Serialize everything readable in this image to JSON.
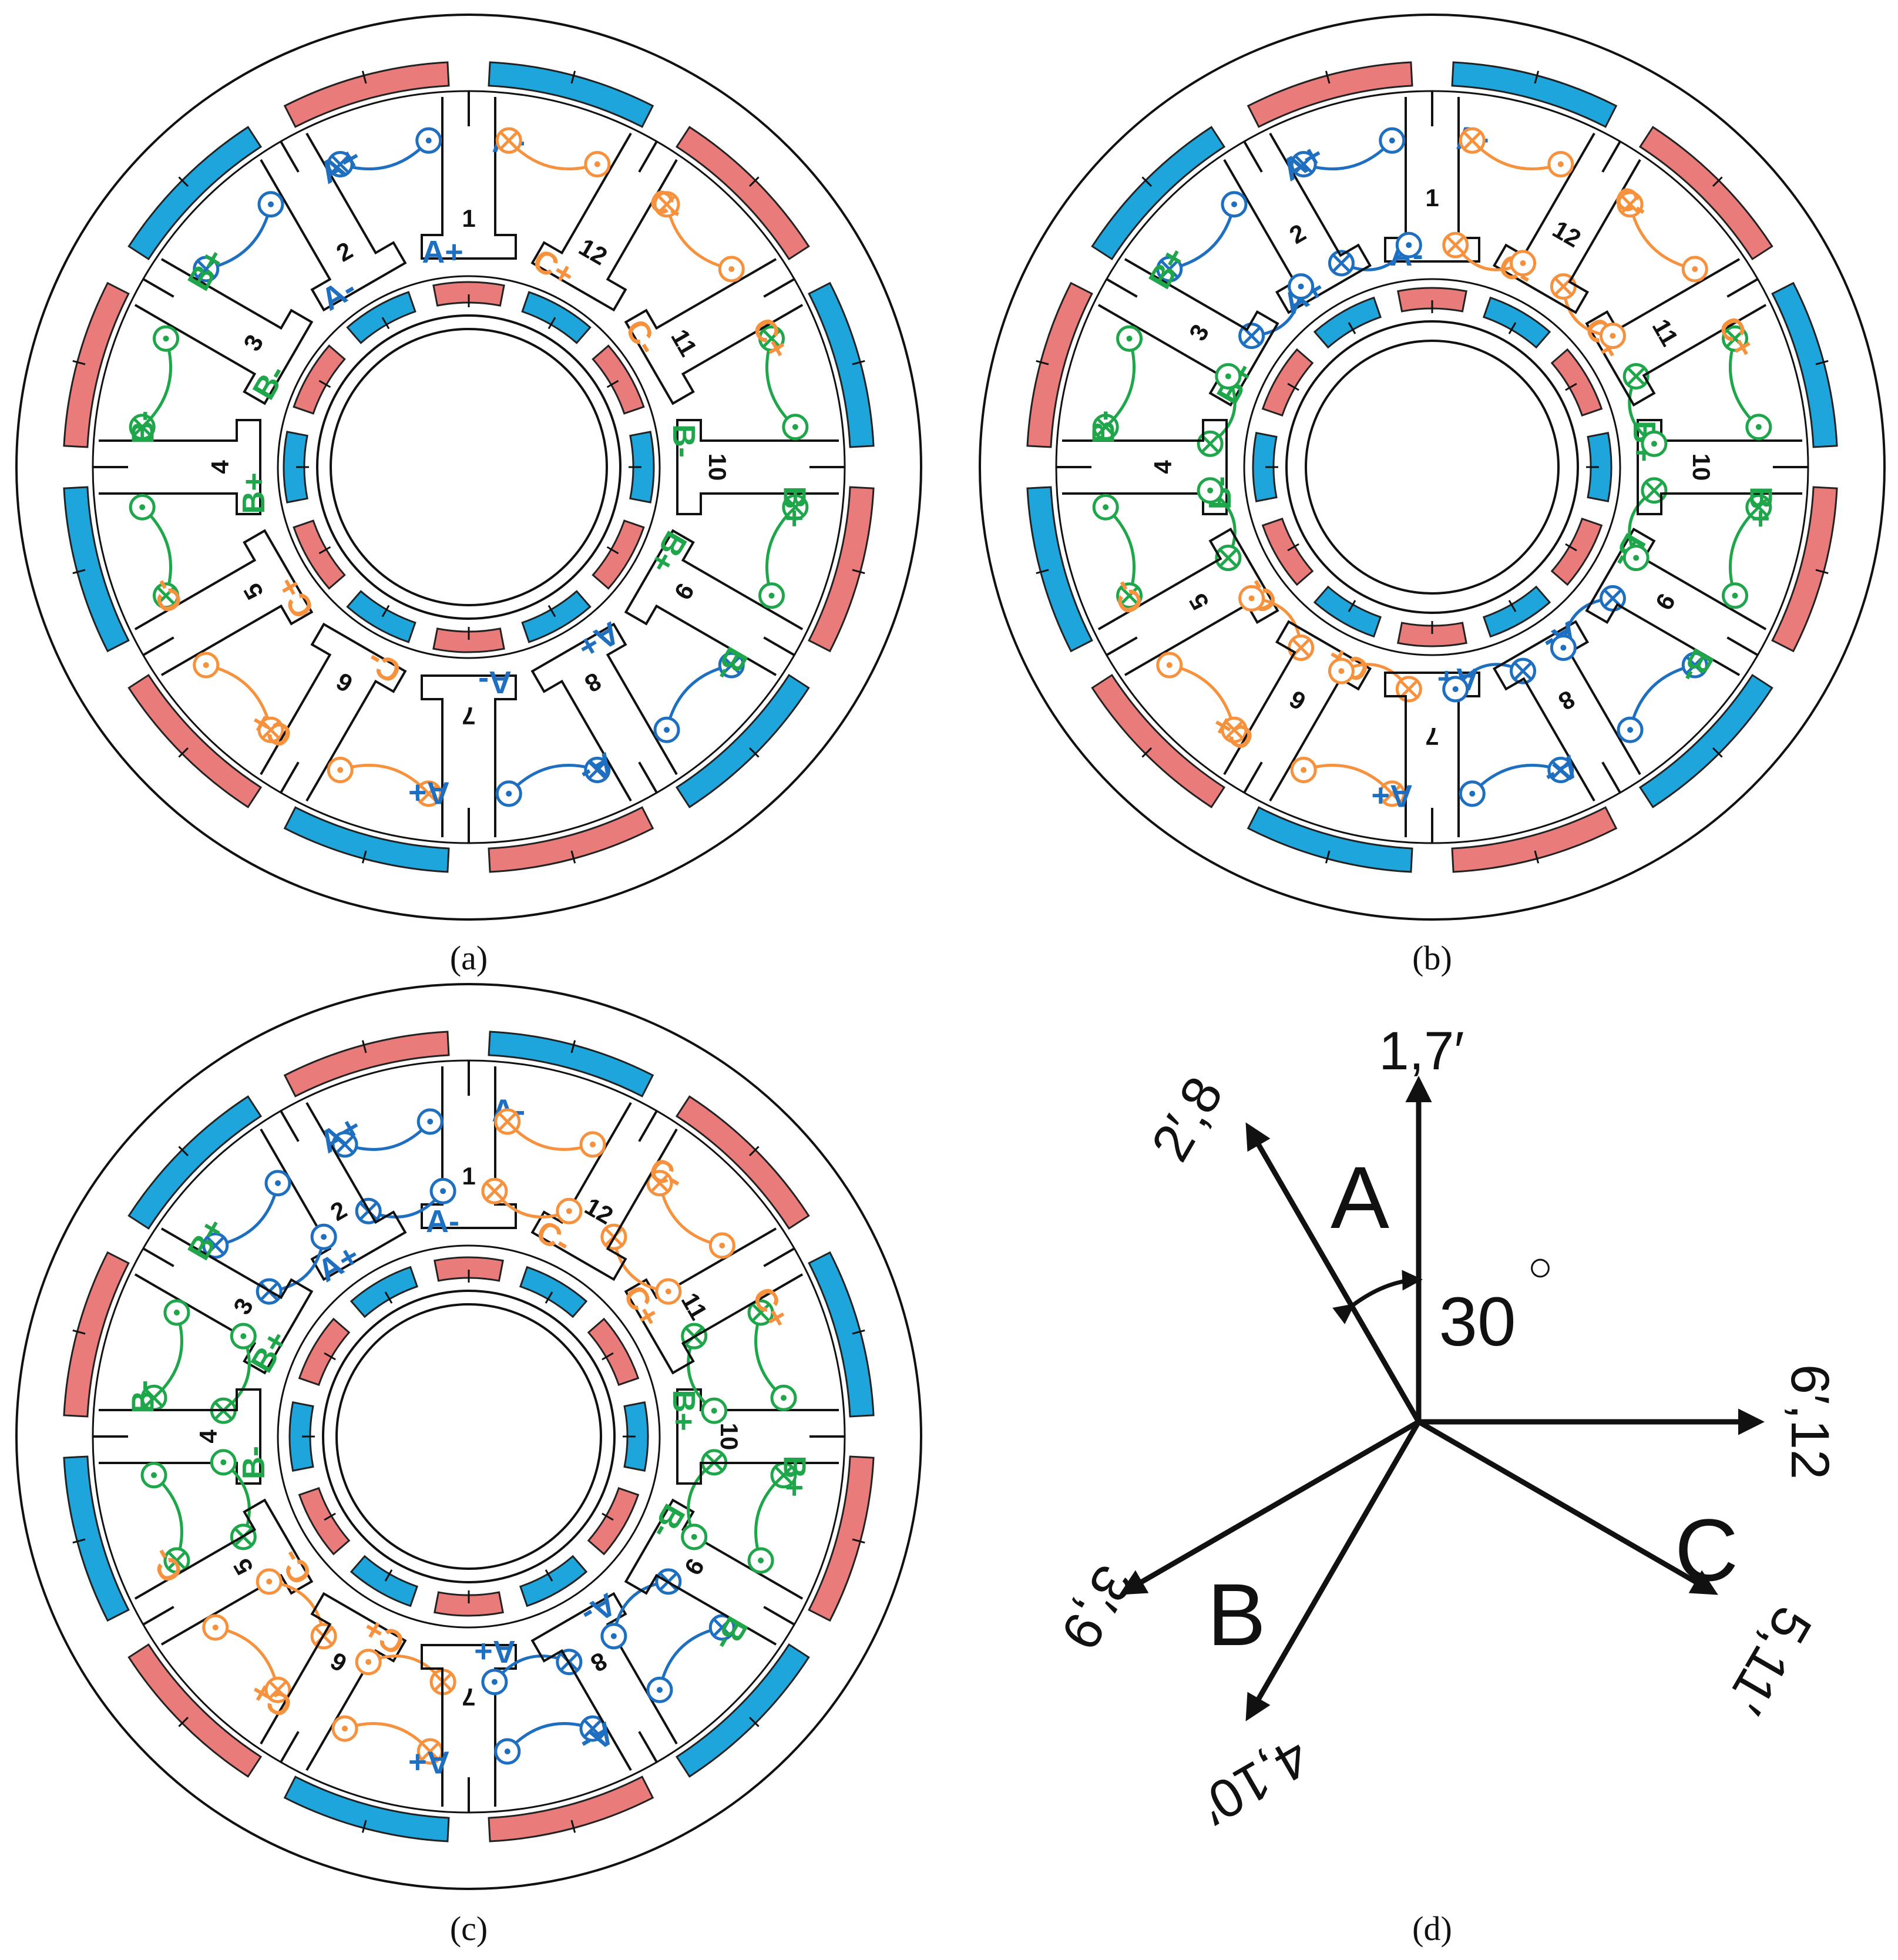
{
  "colors": {
    "A": "#1f6fc0",
    "B": "#1fa64a",
    "C": "#f6913d",
    "magnet_red": "#ea7b7b",
    "magnet_blue": "#1ea5dc",
    "line": "#111111"
  },
  "captions": {
    "a": "(a)",
    "b": "(b)",
    "c": "(c)",
    "d": "(d)"
  },
  "panels": {
    "a": {
      "tooth_numbers": [
        "1",
        "2",
        "3",
        "4",
        "5",
        "6",
        "7",
        "8",
        "9",
        "10",
        "11",
        "12"
      ],
      "outer_coil_labels": [
        "A-",
        "A+",
        "B+",
        "B-",
        "C-",
        "C+",
        "A+",
        "A-",
        "B-",
        "B+",
        "C+",
        "C-"
      ],
      "inner_coil_labels": [
        "A+",
        "A-",
        "B-",
        "B+",
        "C+",
        "C-",
        "A-",
        "A+",
        "B+",
        "B-",
        "C-",
        "C+"
      ]
    },
    "b": {
      "tooth_numbers": [
        "1",
        "2",
        "3",
        "4",
        "5",
        "6",
        "7",
        "8",
        "9",
        "10",
        "11",
        "12"
      ],
      "outer_coil_labels": [
        "A-",
        "A+",
        "B+",
        "B-",
        "C-",
        "C+",
        "A+",
        "A-",
        "B-",
        "B+",
        "C+",
        "C-"
      ],
      "inner_coil_labels": [
        "A-",
        "A+",
        "B+",
        "B-",
        "C-",
        "C+",
        "A+",
        "A-",
        "B-",
        "B+",
        "C+",
        "C-"
      ]
    },
    "c": {
      "tooth_numbers": [
        "1",
        "2",
        "3",
        "4",
        "5",
        "6",
        "7",
        "8",
        "9",
        "10",
        "11",
        "12"
      ],
      "outer_coil_labels": [
        "A-",
        "A+",
        "B+",
        "B-",
        "C-",
        "C+",
        "A+",
        "A-",
        "B-",
        "B+",
        "C+",
        "C-"
      ],
      "inner_coil_labels": [
        "A-",
        "A+",
        "B+",
        "B-",
        "C-",
        "C+",
        "A+",
        "A-",
        "B-",
        "B+",
        "C+",
        "C-"
      ]
    },
    "d": {
      "vectors": [
        {
          "label": "1,7′"
        },
        {
          "label": "2′,8"
        },
        {
          "label": "3′,9"
        },
        {
          "label": "4,10′"
        },
        {
          "label": "5,11′"
        },
        {
          "label": "6′,12"
        }
      ],
      "phase_labels": [
        "A",
        "B",
        "C"
      ],
      "angle_label": "30",
      "degree_symbol": "○"
    }
  }
}
